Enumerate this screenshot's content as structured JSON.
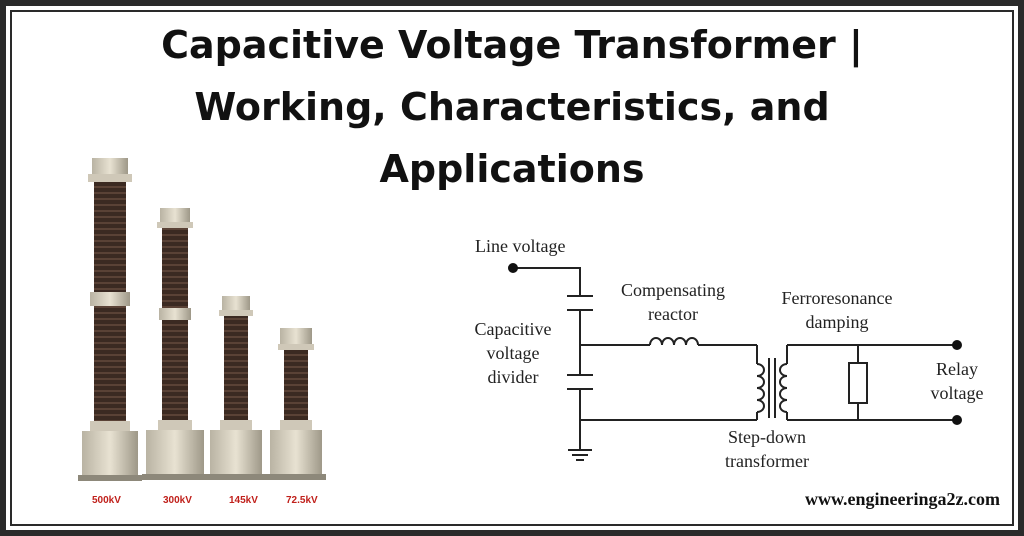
{
  "title": {
    "line1": "Capacitive Voltage Transformer |",
    "line2": "Working, Characteristics, and",
    "line3": "Applications"
  },
  "photo": {
    "labels": [
      "500kV",
      "300kV",
      "145kV",
      "72.5kV"
    ]
  },
  "diagram": {
    "line_voltage": "Line voltage",
    "compensating_line1": "Compensating",
    "compensating_line2": "reactor",
    "ferro_line1": "Ferroresonance",
    "ferro_line2": "damping",
    "cap_line1": "Capacitive",
    "cap_line2": "voltage",
    "cap_line3": "divider",
    "relay_line1": "Relay",
    "relay_line2": "voltage",
    "stepdown_line1": "Step-down",
    "stepdown_line2": "transformer"
  },
  "footer": {
    "website": "www.engineeringa2z.com"
  },
  "colors": {
    "border": "#2a2a2a",
    "porcelain": "#3a2a22",
    "label_red": "#c0201b"
  }
}
